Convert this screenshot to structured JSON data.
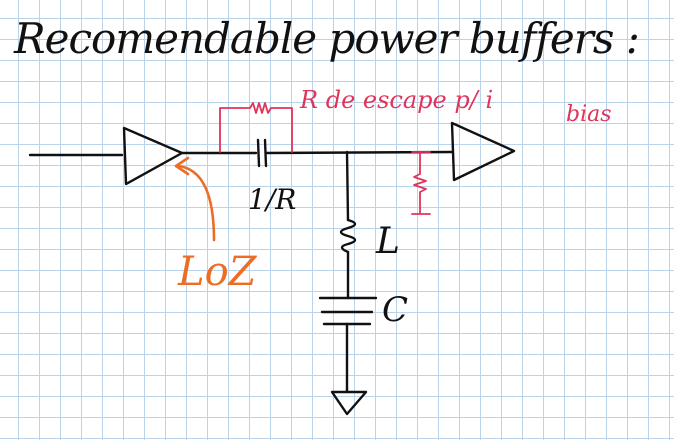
{
  "title": "Recomendable power buffers :",
  "annotations": {
    "r_note": "R de escape p/ i",
    "r_bias": "bias",
    "cap_label": "1/R",
    "inductor_label": "L",
    "capacitor_label": "C",
    "low_z_label": "LoZ"
  },
  "colors": {
    "ink": "#111111",
    "red_note": "#e0345b",
    "orange_note": "#ee6d24",
    "grid": "#b9d3ea"
  },
  "symbols": [
    "input-buffer",
    "output-buffer",
    "series-capacitor",
    "bypass-resistor",
    "shunt-inductor",
    "shunt-capacitor",
    "ground",
    "bias-resistor",
    "low-z-arrow"
  ]
}
